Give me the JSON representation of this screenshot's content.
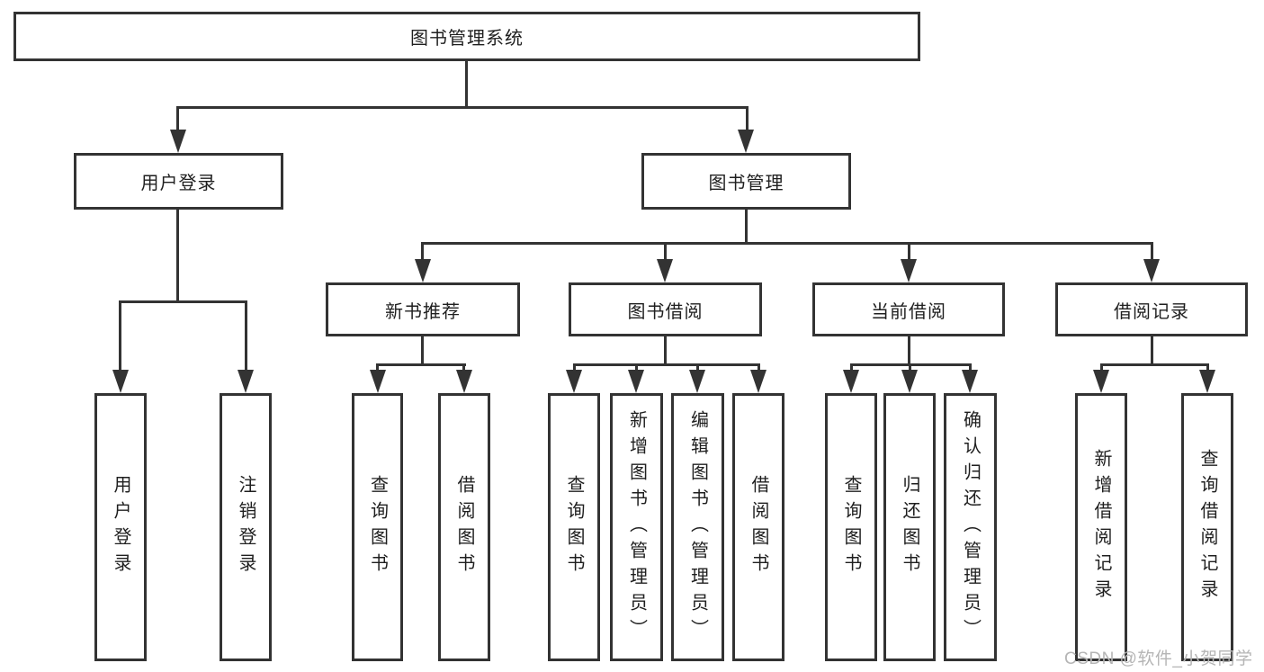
{
  "tree": {
    "root": {
      "label": "图书管理系统",
      "children": [
        {
          "label": "用户登录",
          "children": [
            {
              "label": "用户登录"
            },
            {
              "label": "注销登录"
            }
          ]
        },
        {
          "label": "图书管理",
          "children": [
            {
              "label": "新书推荐",
              "children": [
                {
                  "label": "查询图书"
                },
                {
                  "label": "借阅图书"
                }
              ]
            },
            {
              "label": "图书借阅",
              "children": [
                {
                  "label": "查询图书"
                },
                {
                  "label": "新增图书（管理员）"
                },
                {
                  "label": "编辑图书（管理员）"
                },
                {
                  "label": "借阅图书"
                }
              ]
            },
            {
              "label": "当前借阅",
              "children": [
                {
                  "label": "查询图书"
                },
                {
                  "label": "归还图书"
                },
                {
                  "label": "确认归还（管理员）"
                }
              ]
            },
            {
              "label": "借阅记录",
              "children": [
                {
                  "label": "新增借阅记录"
                },
                {
                  "label": "查询借阅记录"
                }
              ]
            }
          ]
        }
      ]
    }
  },
  "watermark": {
    "text": "CSDN @软件_小贺同学"
  },
  "colors": {
    "line": "#333333",
    "text": "#1f1f1f",
    "box_background": "#ffffff",
    "page_background": "#ffffff",
    "watermark": "#b5b5b5"
  }
}
